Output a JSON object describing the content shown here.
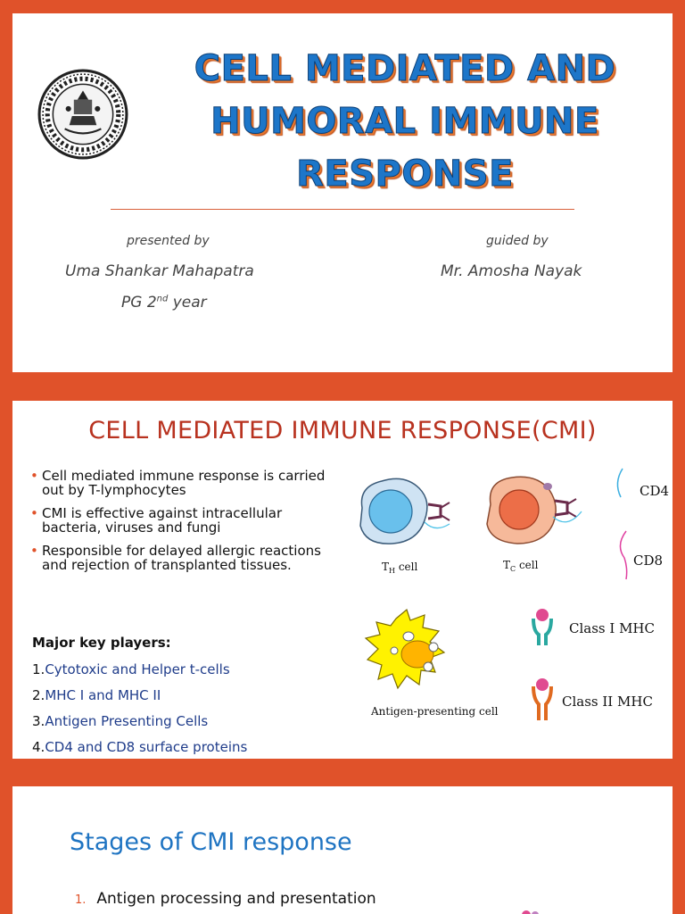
{
  "slide1": {
    "title_lines": [
      "CELL MEDIATED AND",
      "HUMORAL IMMUNE",
      "RESPONSE"
    ],
    "presented_by_label": "presented by",
    "guided_by_label": "guided by",
    "presenter_name": "Uma Shankar Mahapatra",
    "presenter_year_prefix": "PG 2",
    "presenter_year_sup": "nd",
    "presenter_year_suffix": " year",
    "guide_name": "Mr. Amosha Nayak",
    "accent_color": "#e0522a",
    "title_color": "#1d76c9"
  },
  "slide2": {
    "title": "CELL MEDIATED IMMUNE RESPONSE(CMI)",
    "bullets": [
      "Cell mediated immune response is carried out by T-lymphocytes",
      "CMI is effective against intracellular bacteria, viruses and fungi",
      "Responsible for delayed allergic reactions and rejection of transplanted tissues."
    ],
    "key_players_title": "Major key players:",
    "key_players": [
      {
        "num": "1.",
        "text": "Cytotoxic and Helper t-cells"
      },
      {
        "num": "2.",
        "text": "MHC I and MHC II"
      },
      {
        "num": "3.",
        "text": "Antigen Presenting Cells"
      },
      {
        "num": "4.",
        "text": "CD4 and CD8 surface proteins"
      }
    ],
    "diagram_labels": {
      "th_main": "T",
      "th_sub": "H",
      "th_rest": " cell",
      "tc_main": "T",
      "tc_sub": "C",
      "tc_rest": " cell",
      "cd4": "CD4",
      "cd8": "CD8",
      "class1": "Class I MHC",
      "class2": "Class II MHC",
      "apc": "Antigen-presenting cell"
    }
  },
  "slide3": {
    "title": "Stages of CMI response",
    "items": [
      {
        "num": "1.",
        "text": "Antigen processing and presentation"
      }
    ]
  }
}
